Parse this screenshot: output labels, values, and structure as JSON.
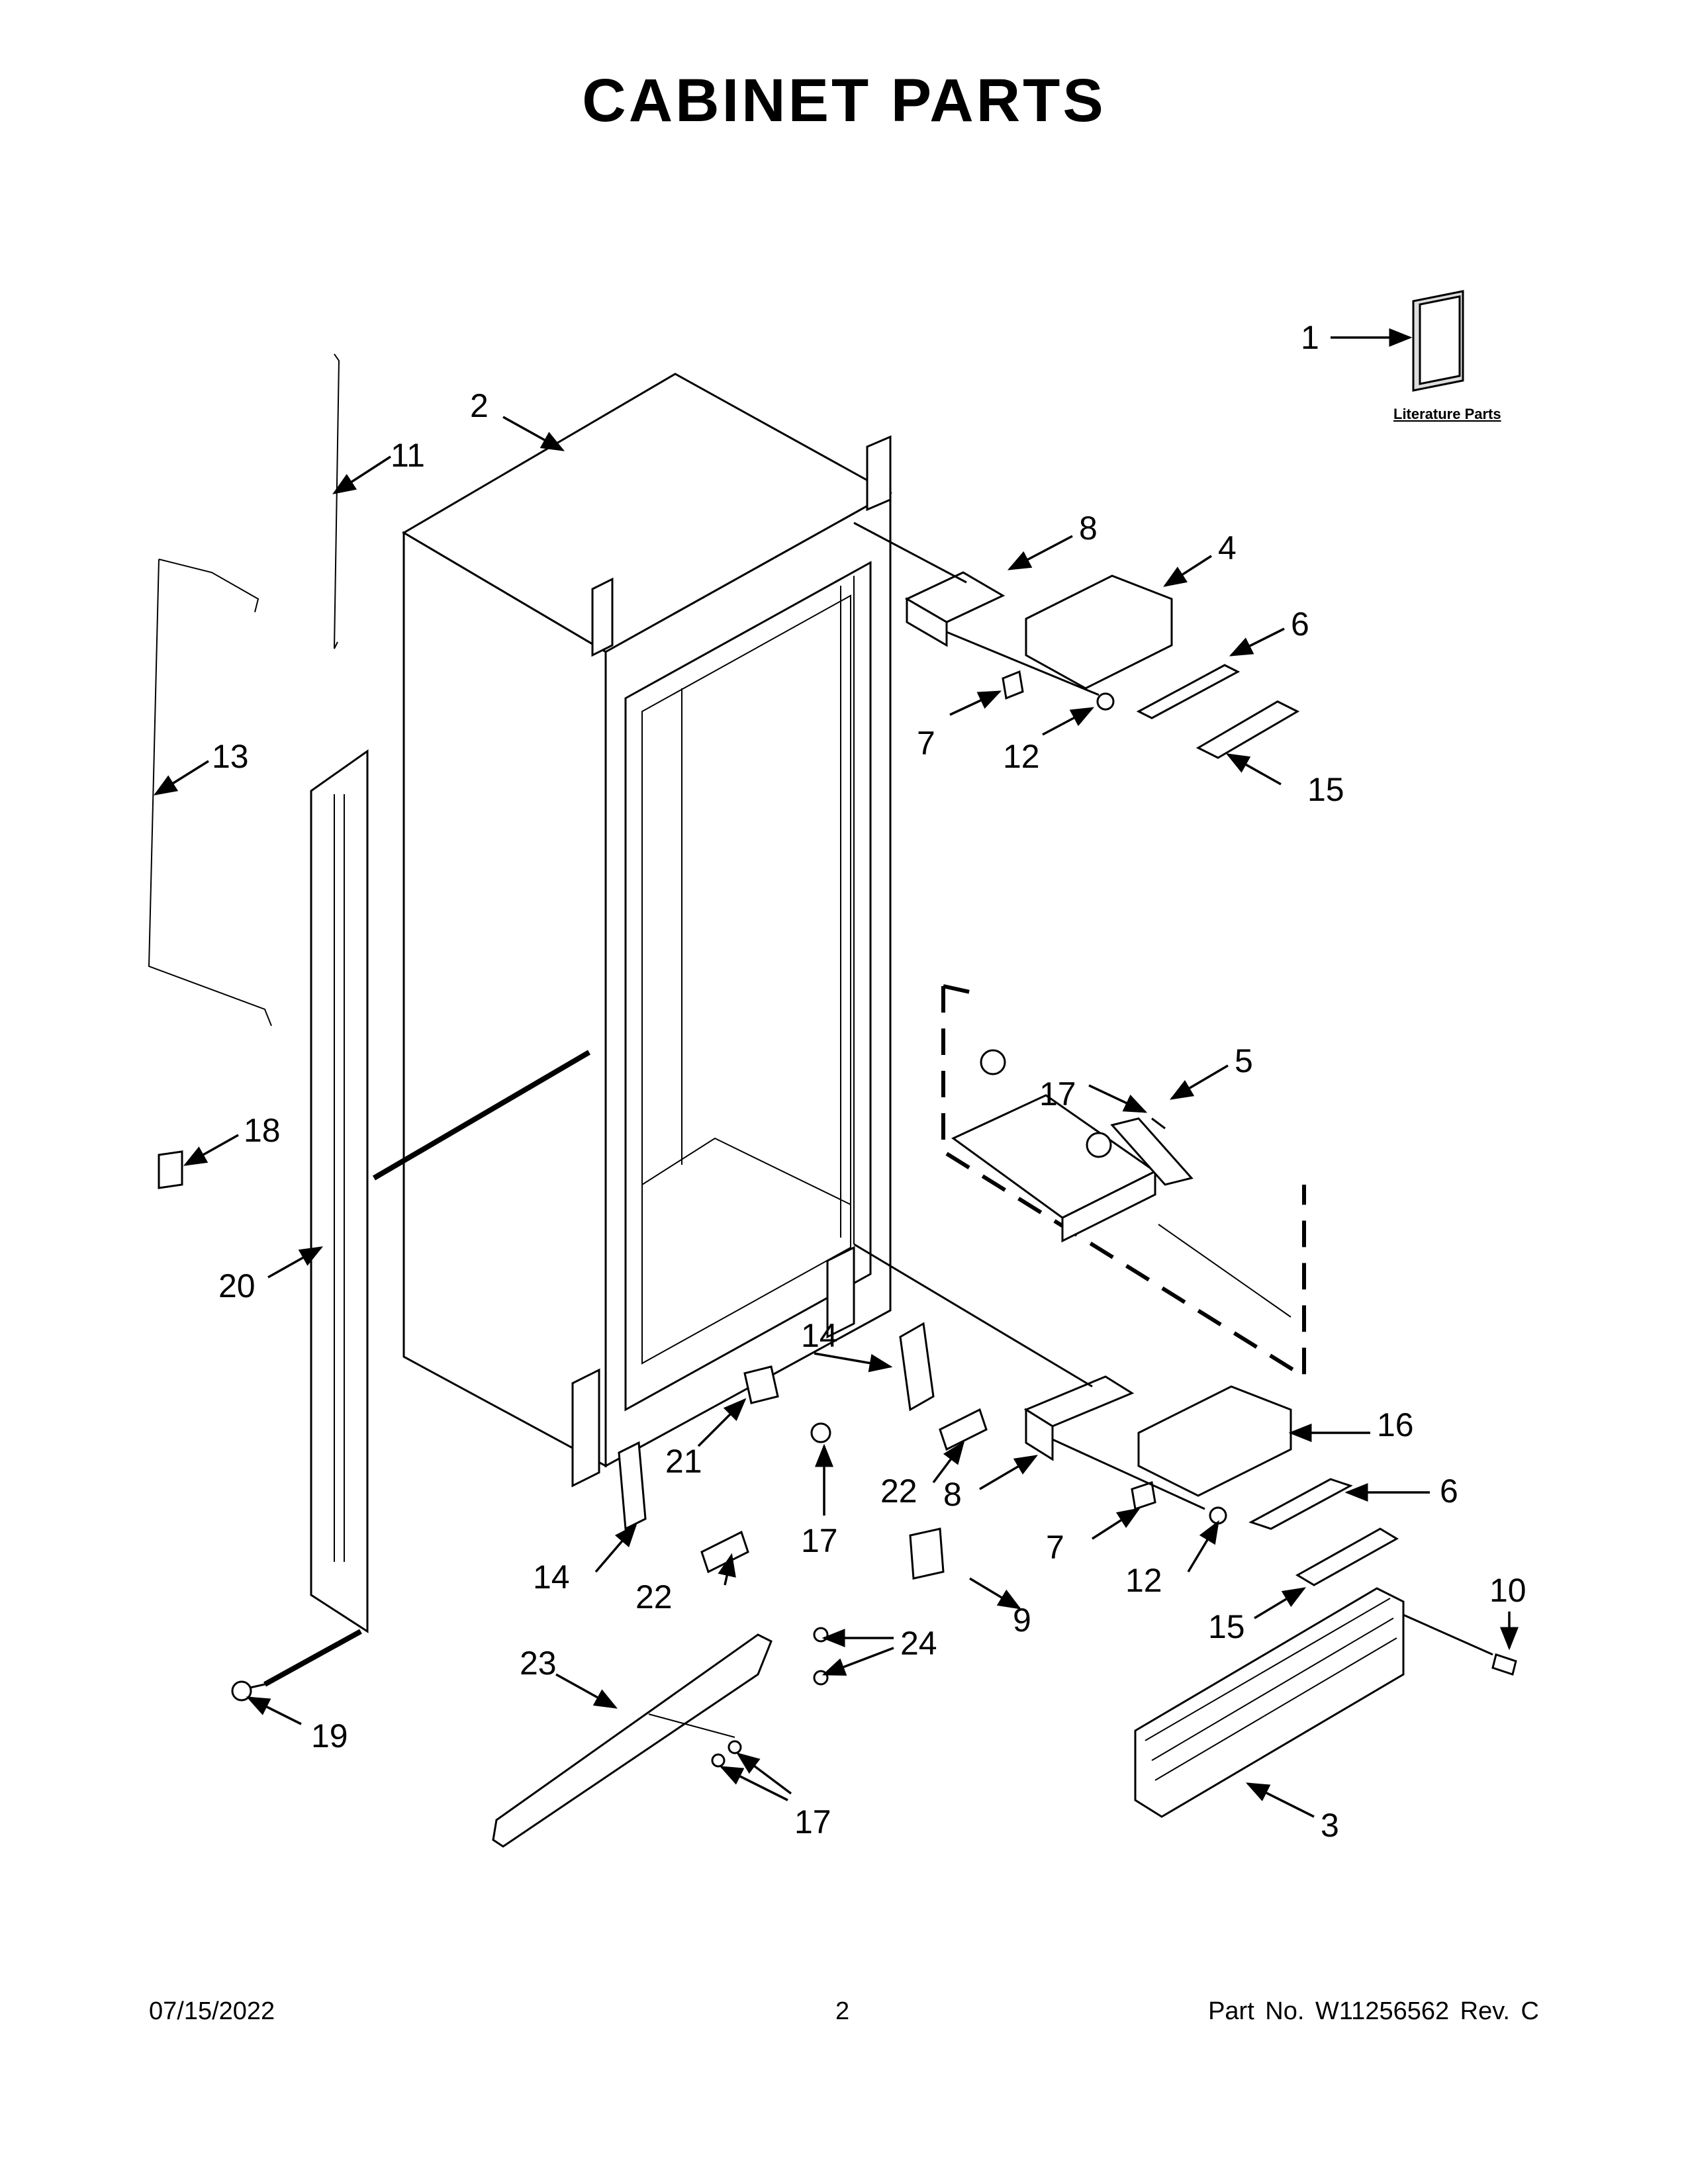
{
  "header": {
    "title": "CABINET PARTS"
  },
  "footer": {
    "date": "07/15/2022",
    "page": "2",
    "part_no": "Part No.  W11256562  Rev.  C"
  },
  "literature": {
    "label": "Literature Parts"
  },
  "callouts": {
    "c1": "1",
    "c2": "2",
    "c3": "3",
    "c4": "4",
    "c5": "5",
    "c6a": "6",
    "c6b": "6",
    "c7a": "7",
    "c7b": "7",
    "c8a": "8",
    "c8b": "8",
    "c9": "9",
    "c10": "10",
    "c11": "11",
    "c12a": "12",
    "c12b": "12",
    "c13": "13",
    "c14a": "14",
    "c14b": "14",
    "c15a": "15",
    "c15b": "15",
    "c16": "16",
    "c17a": "17",
    "c17b": "17",
    "c17c": "17",
    "c18": "18",
    "c19": "19",
    "c20": "20",
    "c21": "21",
    "c22a": "22",
    "c22b": "22",
    "c23": "23",
    "c24": "24"
  }
}
